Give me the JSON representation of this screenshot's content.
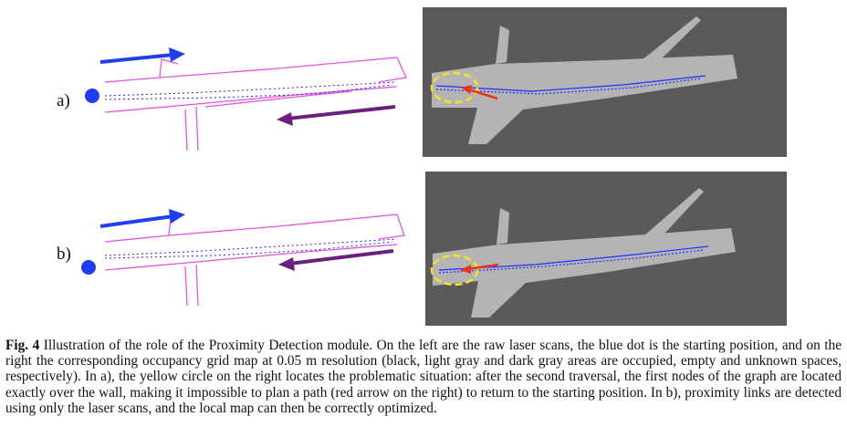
{
  "figure": {
    "panels": [
      {
        "label": "a)",
        "left_title": "raw laser scans",
        "right_title": "occupancy grid map"
      },
      {
        "label": "b)",
        "left_title": "raw laser scans",
        "right_title": "occupancy grid map"
      }
    ],
    "colors": {
      "start_dot": "#1f3cf0",
      "forward_arrow": "#1e3ef0",
      "return_arrow": "#6a1f7e",
      "scan": "#e040e0",
      "unknown": "#5a5a5a",
      "empty": "#b4b4b4",
      "highlight_circle": "#f5e02a",
      "red_arrow": "#e8351c",
      "path": "#2030ff"
    },
    "caption": {
      "prefix": "Fig. 4",
      "text": " Illustration of the role of the Proximity Detection module. On the left are the raw laser scans, the blue dot is the starting position, and on the right the corresponding occupancy grid map at 0.05 m resolution (black, light gray and dark gray areas are occupied, empty and unknown spaces, respectively). In a), the yellow circle on the right locates the problematic situation: after the second traversal, the first nodes of the graph are located exactly over the wall, making it impossible to plan a path (red arrow on the right) to return to the starting position. In b), proximity links are detected using only the laser scans, and the local map can then be correctly optimized."
    }
  }
}
